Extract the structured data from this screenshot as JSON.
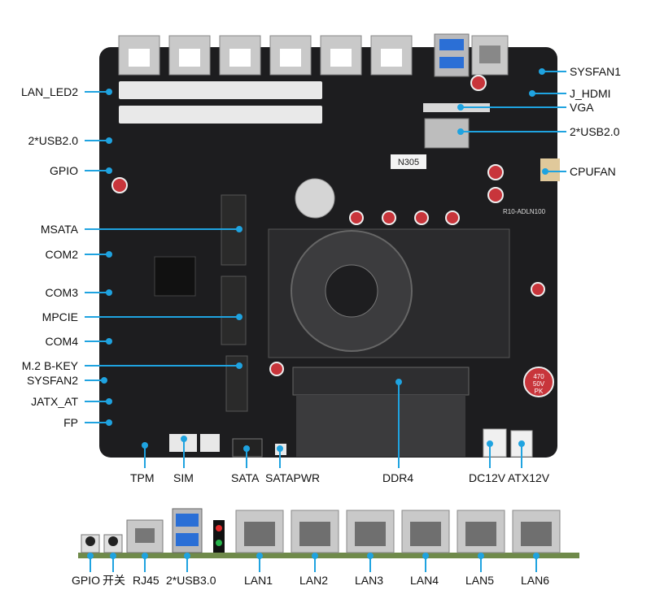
{
  "board": {
    "cpu_chip_label": "N305",
    "pcb_code": "R10-ADLN100",
    "cap_label_1": "470",
    "cap_label_2": "50V",
    "cap_label_3": "PK"
  },
  "left_labels": [
    "LAN_LED2",
    "2*USB2.0",
    "GPIO",
    "MSATA",
    "COM2",
    "COM3",
    "MPCIE",
    "COM4",
    "M.2 B-KEY",
    "SYSFAN2",
    "JATX_AT",
    "FP"
  ],
  "right_labels": [
    "SYSFAN1",
    "J_HDMI",
    "VGA",
    "2*USB2.0",
    "CPUFAN"
  ],
  "bottom_labels": [
    "TPM",
    "SIM",
    "SATA",
    "SATAPWR",
    "DDR4",
    "DC12V",
    "ATX12V"
  ],
  "io_labels": [
    "GPIO",
    "开关",
    "RJ45",
    "2*USB3.0",
    "LAN1",
    "LAN2",
    "LAN3",
    "LAN4",
    "LAN5",
    "LAN6"
  ],
  "colors": {
    "pointer": "#1fa3e0",
    "pcb": "#1d1d1f",
    "rail": "#6f8a4a"
  }
}
